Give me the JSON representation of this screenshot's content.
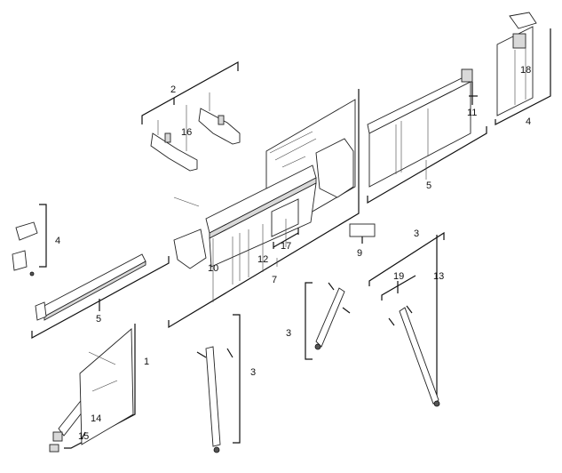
{
  "callouts": {
    "c1": "1",
    "c2": "2",
    "c3a": "3",
    "c3b": "3",
    "c3c": "3",
    "c4a": "4",
    "c4b": "4",
    "c5a": "5",
    "c5b": "5",
    "c7": "7",
    "c9": "9",
    "c10": "10",
    "c11": "11",
    "c12": "12",
    "c13": "13",
    "c14": "14",
    "c15": "15",
    "c16": "16",
    "c17": "17",
    "c18": "18",
    "c19": "19"
  },
  "colors": {
    "line": "#111111",
    "part_fill": "#ffffff",
    "part_shade": "#d9d9d9"
  }
}
